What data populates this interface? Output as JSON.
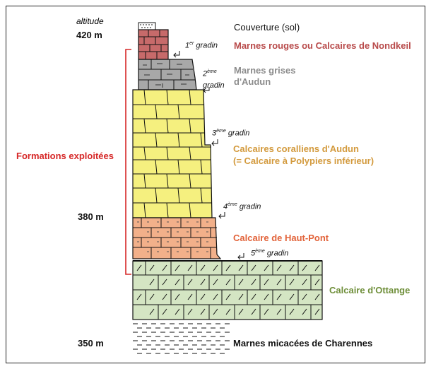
{
  "altitude_header": "altitude",
  "altitudes": {
    "a420": "420 m",
    "a380": "380 m",
    "a350": "350 m"
  },
  "bracket_label": "Formations exploitées",
  "layers": {
    "sol": {
      "label": "Couverture (sol)",
      "color": "#111111"
    },
    "nondkeil": {
      "label": "Marnes rouges ou Calcaires de Nondkeil",
      "color": "#b84a4a",
      "fill": "#c76a6a"
    },
    "marnes_grises_1": "Marnes grises",
    "marnes_grises_2": "d'Audun",
    "marnes_grises_color": "#8c8c8c",
    "marnes_grises_fill": "#a8a8a8",
    "coralliens_1": "Calcaires coralliens d'Audun",
    "coralliens_2": "(= Calcaire à Polypiers inférieur)",
    "coralliens_color": "#d39a3d",
    "coralliens_fill": "#f5f07f",
    "hautpont": {
      "label": "Calcaire de Haut-Pont",
      "color": "#e2633a",
      "fill": "#f2b08a"
    },
    "ottange": {
      "label": "Calcaire d'Ottange",
      "color": "#6f8f3a",
      "fill": "#d4e5c3"
    },
    "charennes": {
      "label": "Marnes micacées de Charennes",
      "color": "#111111"
    }
  },
  "gradins": {
    "g1": {
      "num": "1",
      "sup": "er",
      "word": "gradin"
    },
    "g2": {
      "num": "2",
      "sup": "ème",
      "word": "gradin"
    },
    "g3": {
      "num": "3",
      "sup": "ème",
      "word": "gradin"
    },
    "g4": {
      "num": "4",
      "sup": "ème",
      "word": "gradin"
    },
    "g5": {
      "num": "5",
      "sup": "ème",
      "word": "gradin"
    }
  },
  "bracket_color": "#d62828"
}
